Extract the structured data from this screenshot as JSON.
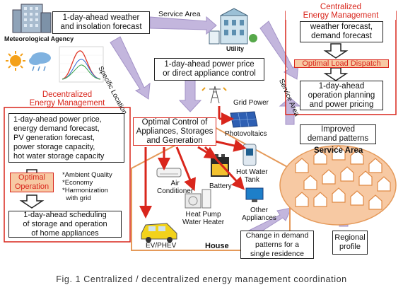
{
  "weather_box": "1-day-ahead weather\nand insolation forecast",
  "met_agency": "Meteorological Agency",
  "service_area_top": "Service Area",
  "utility": "Utility",
  "specific_location": "Specific Location",
  "price_box": "1-day-ahead power price\nor direct appliance control",
  "service_area_side": "Service Area",
  "centralized": {
    "title": "Centralized\nEnergy Management",
    "forecast": "weather forecast,\ndemand forecast",
    "dispatch": "Optimal Load Dispatch",
    "planning": "1-day-ahead\noperation planning\nand power pricing"
  },
  "improved": "Improved\ndemand patterns",
  "decentralized": {
    "title": "Decentralized\nEnergy Management",
    "inputs": "1-day-ahead power price,\nenergy demand forecast,\nPV generation forecast,\npower storage capacity,\nhot water storage capacity",
    "optimal": "Optimal\nOperation",
    "criteria": "*Ambient Quality\n*Economy\n*Harmonization\n  with grid",
    "schedule": "1-day-ahead scheduling\nof storage and operation\nof home appliances"
  },
  "grid_power": "Grid Power",
  "optimal_control": "Optimal Control of\nAppliances, Storages\nand Generation",
  "photovoltaics": "Photovoltaics",
  "air_conditioner": "Air\nConditioner",
  "battery": "Battery",
  "hot_water_tank": "Hot Water\nTank",
  "heat_pump": "Heat Pump\nWater Heater",
  "other_appliances": "Other\nAppliances",
  "ev": "EV/PHEV",
  "house": "House",
  "service_area_big": "Service Area",
  "change_demand": "Change in demand\npatterns for a\nsingle residence",
  "regional": "Regional\nprofile",
  "caption": "Fig. 1 Centralized / decentralized energy management coordination",
  "colors": {
    "red": "#d9261c",
    "purple_arrow": "#b9a9d6",
    "orange_fill": "#f7c9a3",
    "house_line": "#e59a5a"
  }
}
